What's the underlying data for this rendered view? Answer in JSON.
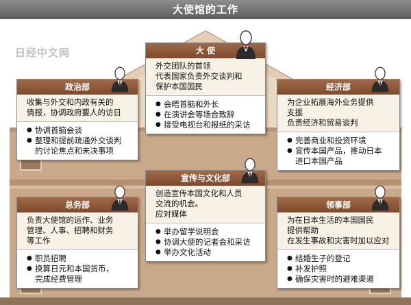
{
  "title": "大使馆的工作",
  "watermark": "日经中文网",
  "colors": {
    "card_header": "#8c5a3a",
    "card_desc_bg": "#f7f1e6",
    "building_wall": "#c9a98a",
    "building_roof": "#e4cdb2",
    "title_bar": "#707070"
  },
  "cards": {
    "ambassador": {
      "title": "大 使",
      "desc": [
        "外交团队的首领",
        "代表国家负责外交谈判和",
        "保护本国国民"
      ],
      "items": [
        [
          "会晤首脑和外长"
        ],
        [
          "在演讲会等场合致辞"
        ],
        [
          "接受电视台和报纸的采访"
        ]
      ]
    },
    "political": {
      "title": "政治部",
      "desc": [
        "收集与外交和内政有关的",
        "情报，协调政府要人的访日"
      ],
      "items": [
        [
          "协调首脑会谈"
        ],
        [
          "整理和提前疏通外交谈判",
          "的讨论焦点和未决事项"
        ]
      ]
    },
    "economic": {
      "title": "经济部",
      "desc": [
        "为企业拓展海外业务提供",
        "支援",
        "负责经济和贸易谈判"
      ],
      "items": [
        [
          "完善商业和投资环境"
        ],
        [
          "宣传本国产品，推动日本",
          "进口本国产品"
        ]
      ]
    },
    "culture": {
      "title": "宣传与文化部",
      "desc": [
        "创造宣传本国文化和人员",
        "交流的机会。",
        "应对媒体"
      ],
      "items": [
        [
          "举办留学说明会"
        ],
        [
          "协调大使的记者会和采访"
        ],
        [
          "举办文化活动"
        ]
      ]
    },
    "general": {
      "title": "总务部",
      "desc": [
        "负责大使馆的运作、业务",
        "管理、人事、招聘和财务",
        "等工作"
      ],
      "items": [
        [
          "职员招聘"
        ],
        [
          "换算日元和本国货币，",
          "完成经费管理"
        ]
      ]
    },
    "consular": {
      "title": "领事部",
      "desc": [
        "为在日本生活的本国国民",
        "提供帮助",
        "在发生事故和灾害时加以应对"
      ],
      "items": [
        [
          "结婚生子的登记"
        ],
        [
          "补发护照"
        ],
        [
          "确保灾害时的避难渠道"
        ]
      ]
    }
  }
}
